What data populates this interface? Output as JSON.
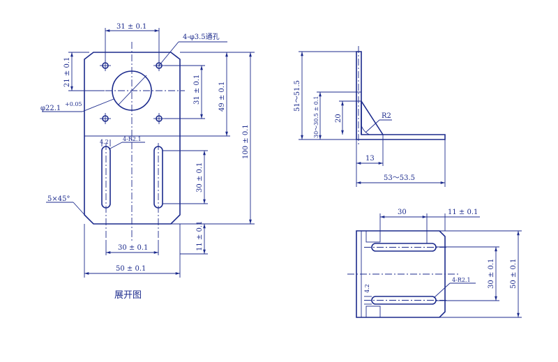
{
  "flat": {
    "hole_spacing": "31 ± 0.1",
    "hole_note": "4-φ3.5通孔",
    "top_hole_offset": "21 ± 0.1",
    "center_bore": "φ22.1",
    "center_bore_tol": "+0.05",
    "right_hole_spacing": "31 ± 0.1",
    "top_to_bend": "49 ± 0.1",
    "total_height": "100 ± 0.1",
    "slot_width": "4.2",
    "slot_radius": "4-R2.1",
    "slot_length": "30 ± 0.1",
    "bottom_offset": "11 ± 0.1",
    "chamfer": "5×45°",
    "slot_spacing": "30 ± 0.1",
    "width": "50 ± 0.1",
    "caption": "展开图"
  },
  "side": {
    "height": "51～51.5",
    "gusset_range": "30～30.5 ± 0.1",
    "gusset_height": "20",
    "radius": "R2",
    "gusset_base": "13",
    "length": "53～53.5"
  },
  "bottom": {
    "slot_spacing": "30",
    "edge_offset": "11 ± 0.1",
    "slot_width": "4.2",
    "slot_radius": "4-R2.1",
    "slot_length": "30 ± 0.1",
    "height": "50 ± 0.1"
  }
}
